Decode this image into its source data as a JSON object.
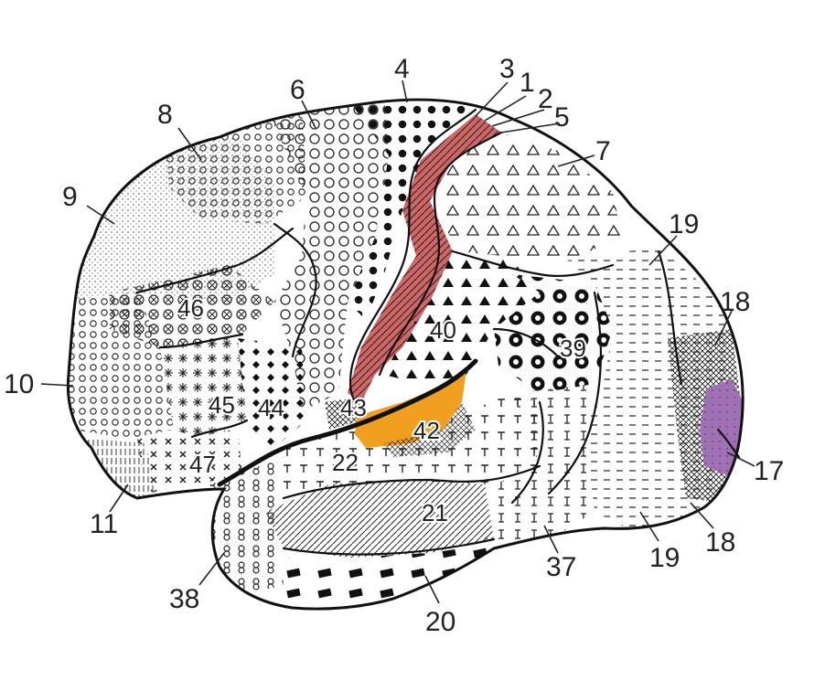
{
  "labels": {
    "area_1": "1",
    "area_2": "2",
    "area_3": "3",
    "area_4": "4",
    "area_5": "5",
    "area_6": "6",
    "area_7": "7",
    "area_8": "8",
    "area_9": "9",
    "area_10": "10",
    "area_11": "11",
    "area_17": "17",
    "area_18_upper": "18",
    "area_18_lower": "18",
    "area_19_upper": "19",
    "area_19_lower": "19",
    "area_20": "20",
    "area_21": "21",
    "area_22": "22",
    "area_37": "37",
    "area_38": "38",
    "area_39": "39",
    "area_40": "40",
    "area_42": "42",
    "area_43": "43",
    "area_44": "44",
    "area_45": "45",
    "area_46": "46",
    "area_47": "47"
  },
  "colors": {
    "motor_strip": "#c96a6a",
    "auditory_area": "#f0a01e",
    "visual_area": "#a070b4",
    "outline": "#111111",
    "background": "#ffffff"
  }
}
